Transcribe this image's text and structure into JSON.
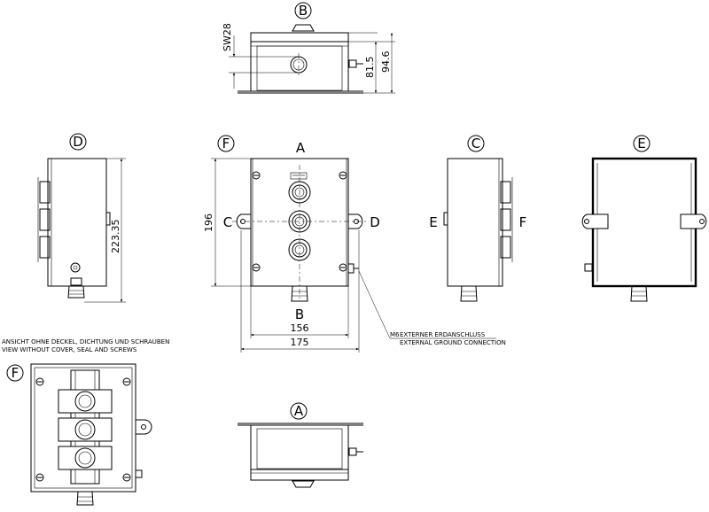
{
  "view_labels": {
    "top": "B",
    "d": "D",
    "f": "F",
    "front": "A",
    "c": "C",
    "e": "E",
    "front_left_c": "C",
    "front_right_d": "D",
    "front_bottom_b": "B",
    "side_e_left": "E",
    "side_e_right": "F",
    "inside": "F",
    "bottom": "A"
  },
  "dimensions": {
    "sw": "SW28",
    "d81": "81.5",
    "d94": "94.6",
    "d223": "223.35",
    "d196": "196",
    "d156": "156",
    "d175": "175"
  },
  "notes": {
    "ground_m6": "M6",
    "ground_de": "EXTERNER ERDANSCHLUSS",
    "ground_en": "EXTERNAL GROUND CONNECTION",
    "view_note_de": "ANSICHT OHNE DECKEL, DICHTUNG UND SCHRAUBEN",
    "view_note_en": "VIEW WITHOUT COVER, SEAL AND SCREWS"
  }
}
